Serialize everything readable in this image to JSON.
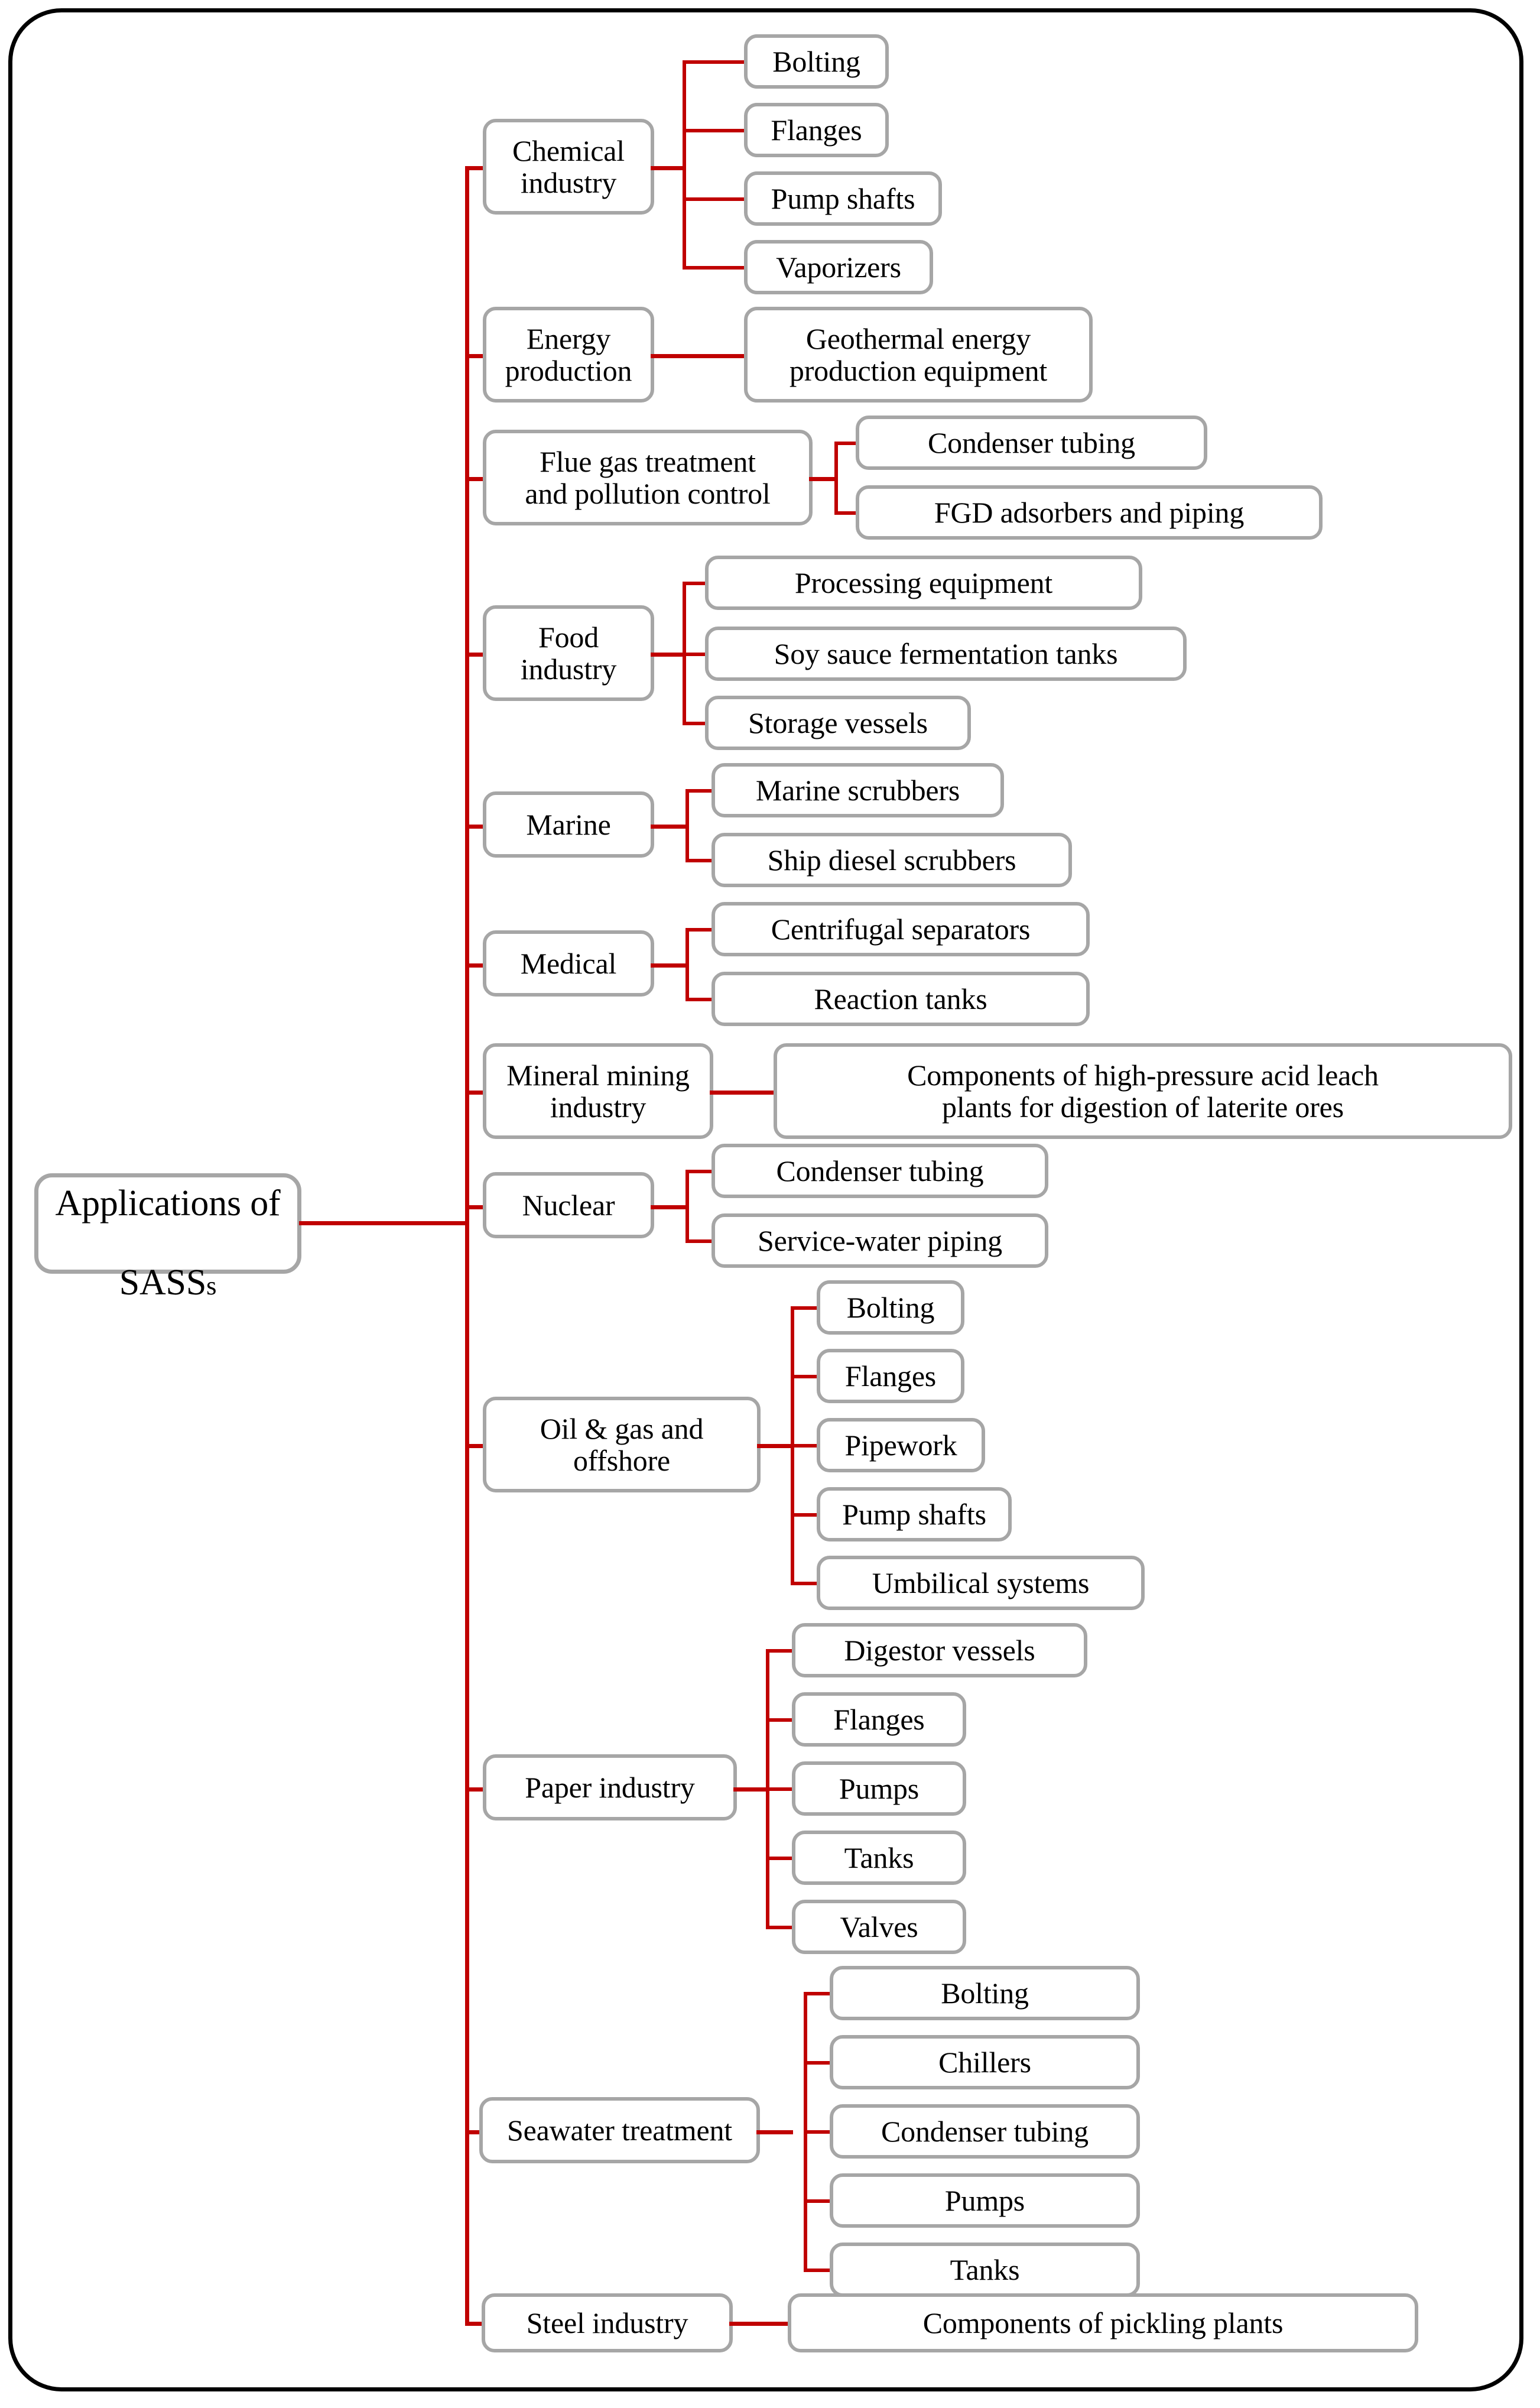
{
  "figure": {
    "type": "tree-diagram",
    "orientation": "left-to-right",
    "connector_color": "#c00000",
    "box_border_color": "#a6a6a6",
    "frame_color": "#000000",
    "text_color": "#000000"
  },
  "root": {
    "label_line1": "Applications of",
    "label_line2": "SASS",
    "label_line2_suffix": "s"
  },
  "branches": [
    {
      "id": "chemical-industry",
      "label": "Chemical\nindustry",
      "children": [
        {
          "label": "Bolting"
        },
        {
          "label": "Flanges"
        },
        {
          "label": "Pump shafts"
        },
        {
          "label": "Vaporizers"
        }
      ]
    },
    {
      "id": "energy-production",
      "label": "Energy\nproduction",
      "children": [
        {
          "label": "Geothermal energy\nproduction equipment"
        }
      ]
    },
    {
      "id": "flue-gas-treatment",
      "label": "Flue gas treatment\nand pollution control",
      "children": [
        {
          "label": "Condenser tubing"
        },
        {
          "label": "FGD adsorbers and piping"
        }
      ]
    },
    {
      "id": "food-industry",
      "label": "Food\nindustry",
      "children": [
        {
          "label": "Processing equipment"
        },
        {
          "label": "Soy sauce fermentation tanks"
        },
        {
          "label": "Storage vessels"
        }
      ]
    },
    {
      "id": "marine",
      "label": "Marine",
      "children": [
        {
          "label": "Marine scrubbers"
        },
        {
          "label": "Ship diesel scrubbers"
        }
      ]
    },
    {
      "id": "medical",
      "label": "Medical",
      "children": [
        {
          "label": "Centrifugal separators"
        },
        {
          "label": "Reaction tanks"
        }
      ]
    },
    {
      "id": "mineral-mining-industry",
      "label": "Mineral mining\nindustry",
      "children": [
        {
          "label": "Components of high-pressure acid leach\nplants for digestion of laterite ores"
        }
      ]
    },
    {
      "id": "nuclear",
      "label": "Nuclear",
      "children": [
        {
          "label": "Condenser tubing"
        },
        {
          "label": "Service-water piping"
        }
      ]
    },
    {
      "id": "oil-gas-and-offshore",
      "label": "Oil & gas and\noffshore",
      "children": [
        {
          "label": "Bolting"
        },
        {
          "label": "Flanges"
        },
        {
          "label": "Pipework"
        },
        {
          "label": "Pump shafts"
        },
        {
          "label": "Umbilical systems"
        }
      ]
    },
    {
      "id": "paper-industry",
      "label": "Paper industry",
      "children": [
        {
          "label": "Digestor vessels"
        },
        {
          "label": "Flanges"
        },
        {
          "label": "Pumps"
        },
        {
          "label": "Tanks"
        },
        {
          "label": "Valves"
        }
      ]
    },
    {
      "id": "seawater-treatment",
      "label": "Seawater treatment",
      "children": [
        {
          "label": "Bolting"
        },
        {
          "label": "Chillers"
        },
        {
          "label": "Condenser tubing"
        },
        {
          "label": "Pumps"
        },
        {
          "label": "Tanks"
        }
      ]
    },
    {
      "id": "steel-industry",
      "label": "Steel industry",
      "children": [
        {
          "label": "Components of pickling plants"
        }
      ]
    }
  ]
}
